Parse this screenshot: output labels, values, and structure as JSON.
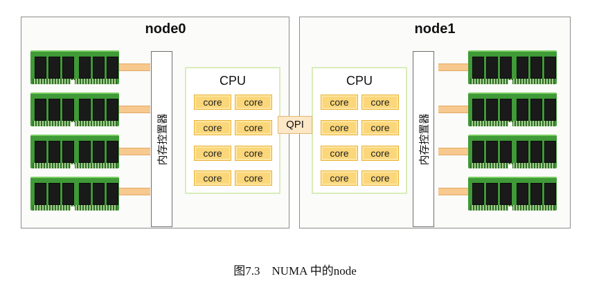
{
  "nodes": [
    {
      "title": "node0",
      "controller": "内存控置器",
      "cpu_label": "CPU",
      "cores": [
        "core",
        "core",
        "core",
        "core",
        "core",
        "core",
        "core",
        "core"
      ]
    },
    {
      "title": "node1",
      "controller": "内存控置器",
      "cpu_label": "CPU",
      "cores": [
        "core",
        "core",
        "core",
        "core",
        "core",
        "core",
        "core",
        "core"
      ]
    }
  ],
  "interconnect": "QPI",
  "caption": "图7.3　NUMA 中的node",
  "colors": {
    "memory_green": "#3f9a37",
    "core_fill": "#fbd77a",
    "link_fill": "#f7c98f",
    "cpu_border": "#d9edb9"
  }
}
